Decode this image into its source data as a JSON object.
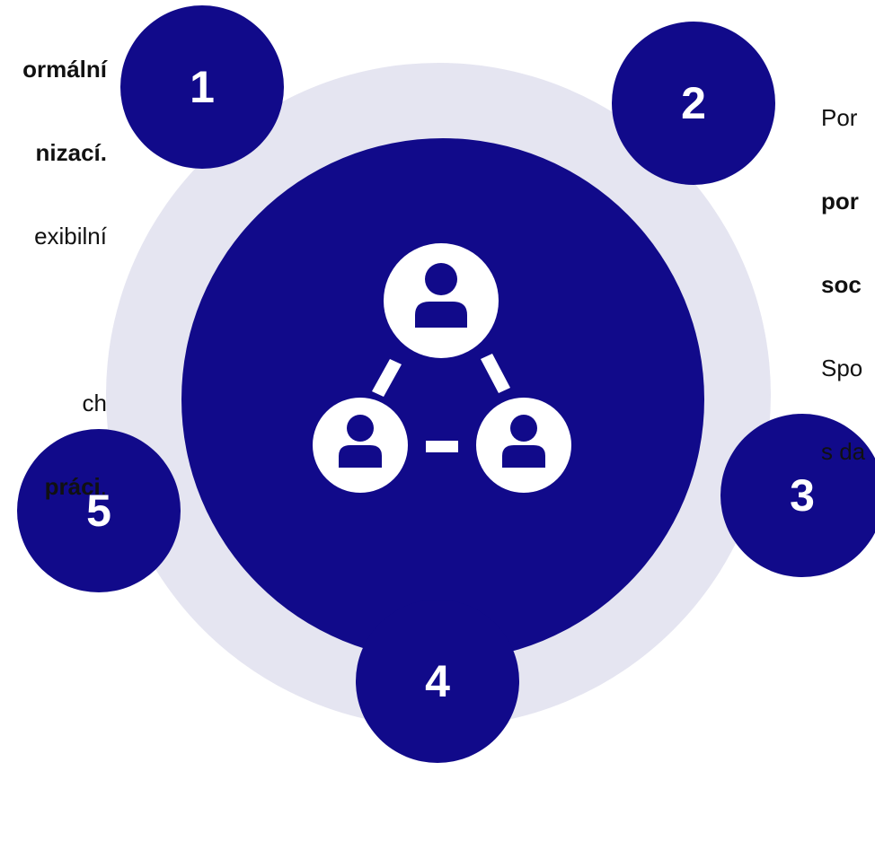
{
  "colors": {
    "accent": "#110a8a",
    "halo": "#e5e5f1",
    "icon_fill": "#ffffff",
    "text": "#111111"
  },
  "center_icon": "people-network-icon",
  "nodes": [
    {
      "label": "1"
    },
    {
      "label": "2"
    },
    {
      "label": "3"
    },
    {
      "label": "4"
    },
    {
      "label": "5"
    }
  ],
  "text_left": {
    "line1": "ormální",
    "line2": "nizací.",
    "line3": "exibilní",
    "line4": "ch",
    "line5_bold": "práci",
    "line5_rest": "."
  },
  "text_right": {
    "line1": "Por",
    "line2": "por",
    "line3": "soc",
    "line4": "Spo",
    "line5": "s da"
  }
}
